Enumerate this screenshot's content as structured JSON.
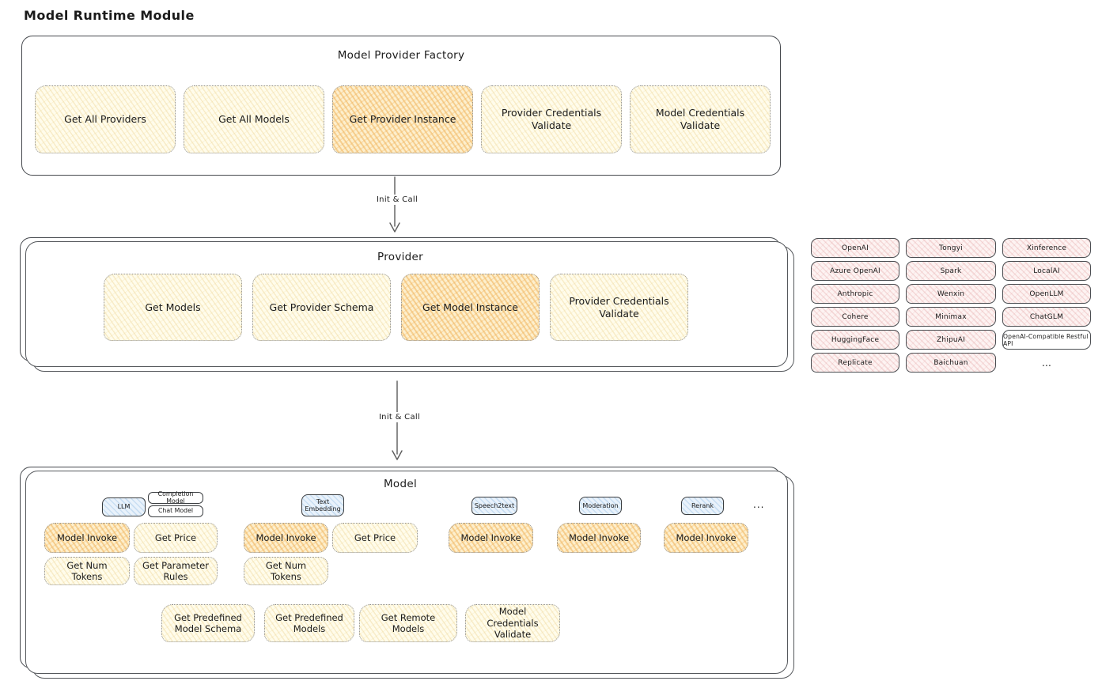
{
  "page": {
    "title": "Model Runtime Module"
  },
  "arrows": {
    "init_call_1": "Init & Call",
    "init_call_2": "Init & Call"
  },
  "factory": {
    "title": "Model Provider Factory",
    "methods": [
      {
        "label": "Get All Providers",
        "highlight": false
      },
      {
        "label": "Get All Models",
        "highlight": false
      },
      {
        "label": "Get Provider Instance",
        "highlight": true
      },
      {
        "label": "Provider Credentials Validate",
        "highlight": false
      },
      {
        "label": "Model Credentials Validate",
        "highlight": false
      }
    ]
  },
  "provider": {
    "title": "Provider",
    "methods": [
      {
        "label": "Get Models",
        "highlight": false
      },
      {
        "label": "Get Provider Schema",
        "highlight": false
      },
      {
        "label": "Get Model Instance",
        "highlight": true
      },
      {
        "label": "Provider Credentials Validate",
        "highlight": false
      }
    ]
  },
  "providers": {
    "items": [
      "OpenAI",
      "Tongyi",
      "Xinference",
      "Azure OpenAI",
      "Spark",
      "LocalAI",
      "Anthropic",
      "Wenxin",
      "OpenLLM",
      "Cohere",
      "Minimax",
      "ChatGLM",
      "HuggingFace",
      "ZhipuAI",
      "OpenAI-Compatible Restful API",
      "Replicate",
      "Baichuan"
    ],
    "ellipsis": "..."
  },
  "model": {
    "title": "Model",
    "tabs": [
      "LLM",
      "Completion Model",
      "Chat Model",
      "Text Embedding",
      "Speech2text",
      "Moderation",
      "Rerank"
    ],
    "tabs_ellipsis": "...",
    "methods": [
      {
        "label": "Model Invoke",
        "highlight": true
      },
      {
        "label": "Get Price",
        "highlight": false
      },
      {
        "label": "Get Num Tokens",
        "highlight": false
      },
      {
        "label": "Get Parameter Rules",
        "highlight": false
      },
      {
        "label": "Model Invoke",
        "highlight": true
      },
      {
        "label": "Get Price",
        "highlight": false
      },
      {
        "label": "Get Num Tokens",
        "highlight": false
      },
      {
        "label": "Model Invoke",
        "highlight": true
      },
      {
        "label": "Model Invoke",
        "highlight": true
      },
      {
        "label": "Model Invoke",
        "highlight": true
      }
    ],
    "bottom_methods": [
      "Get Predefined Model Schema",
      "Get Predefined Models",
      "Get Remote Models",
      "Model Credentials Validate"
    ]
  },
  "colors": {
    "cream_fill": "#FFFCEB",
    "cream_hatch": "#EBCD82",
    "orange_fill": "#FDEFCD",
    "orange_hatch": "#EFB054",
    "pink_fill": "#FDF3F2",
    "pink_hatch": "#E19A9A",
    "blue_fill": "#E9F2FB",
    "blue_hatch": "#8CB9E2",
    "panel_border": "#45484D",
    "dotted_border": "#8F8F8F",
    "arrow": "#5B5B5B"
  }
}
